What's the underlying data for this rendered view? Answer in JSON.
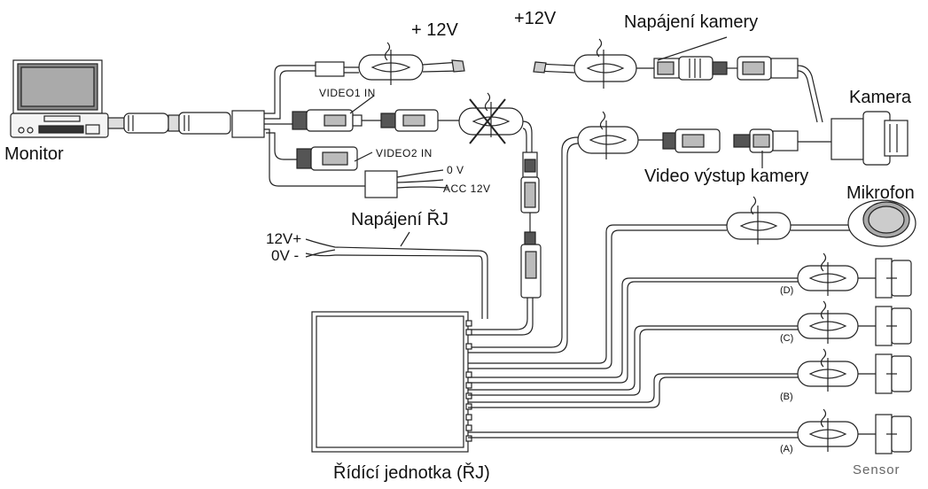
{
  "labels": {
    "monitor": "Monitor",
    "plus12v_top": "+ 12V",
    "plus12v_cam": "+12V",
    "camera_power": "Napájení kamery",
    "camera": "Kamera",
    "video1_in": "VIDEO1 IN",
    "video2_in": "VIDEO2 IN",
    "zero_v": "0 V",
    "acc_12v": "ACC 12V",
    "camera_video_out": "Video výstup kamery",
    "microphone": "Mikrofon",
    "control_unit_power": "Napájení ŘJ",
    "twelve_v_plus": "12V+",
    "zero_v_minus": "0V  -",
    "control_unit": "Řídící jednotka (ŘJ)",
    "sensor": "Sensor",
    "sensor_d": "(D)",
    "sensor_c": "(C)",
    "sensor_b": "(B)",
    "sensor_a": "(A)"
  },
  "colors": {
    "line": "#222222",
    "fill_dark": "#555555",
    "fill_light": "#dddddd",
    "label_gray": "#666666"
  }
}
